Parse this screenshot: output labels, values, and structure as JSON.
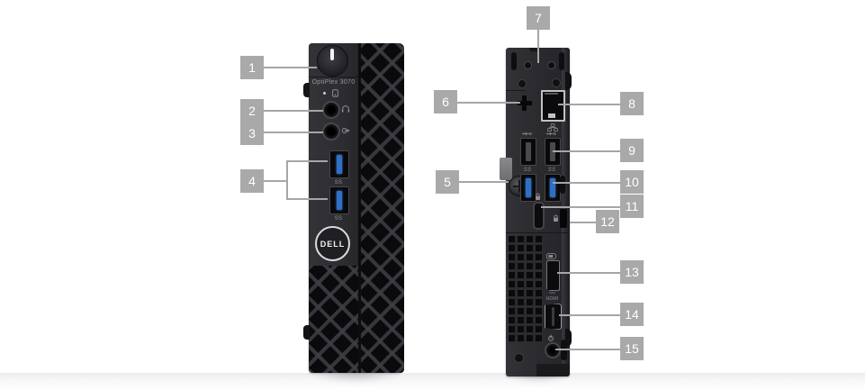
{
  "product": {
    "model_label": "OptiPlex 3070",
    "brand": "DELL"
  },
  "ports": {
    "usb3_speed_label": "SS",
    "hdmi_label": "HDMI"
  },
  "callouts": [
    {
      "num": "1"
    },
    {
      "num": "2"
    },
    {
      "num": "3"
    },
    {
      "num": "4"
    },
    {
      "num": "5"
    },
    {
      "num": "6"
    },
    {
      "num": "7"
    },
    {
      "num": "8"
    },
    {
      "num": "9"
    },
    {
      "num": "10"
    },
    {
      "num": "11"
    },
    {
      "num": "12"
    },
    {
      "num": "13"
    },
    {
      "num": "14"
    },
    {
      "num": "15"
    }
  ],
  "colors": {
    "background": "#ffffff",
    "callout_bg": "#a9a9a9",
    "callout_text": "#ffffff",
    "leader_line": "#a6a6a8",
    "chassis_dark": "#2b2b2f",
    "usb3_blue": "#2f6fc4",
    "floor_gray": "#ebebed"
  },
  "icons": {
    "power-icon": "vertical-bar-on-button",
    "power-led": "dot",
    "hdd-activity-icon": "drive-outline",
    "headset-icon": "headset-arc",
    "line-out-icon": "circle-with-arrow",
    "usb2-icon": "usb-trident",
    "ss-usb-icon": "SS",
    "network-icon": "ethernet-nodes",
    "padlock-icon": "padlock",
    "kensington-icon": "padlock",
    "displayport-icon": "dp-plug",
    "dc-power-icon": "plug-with-pin"
  }
}
